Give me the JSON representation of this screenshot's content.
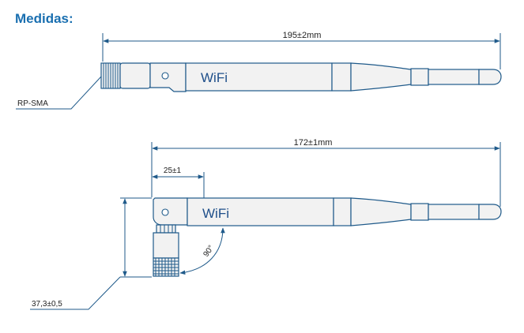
{
  "title": "Medidas:",
  "antenna_straight": {
    "length_label": "195±2mm",
    "brand_label": "WiFi",
    "connector_label": "RP-SMA"
  },
  "antenna_bent": {
    "length_label": "172±1mm",
    "offset_label": "25±1",
    "brand_label": "WiFi",
    "angle_label": "90°",
    "height_label": "37,3±0,5"
  }
}
